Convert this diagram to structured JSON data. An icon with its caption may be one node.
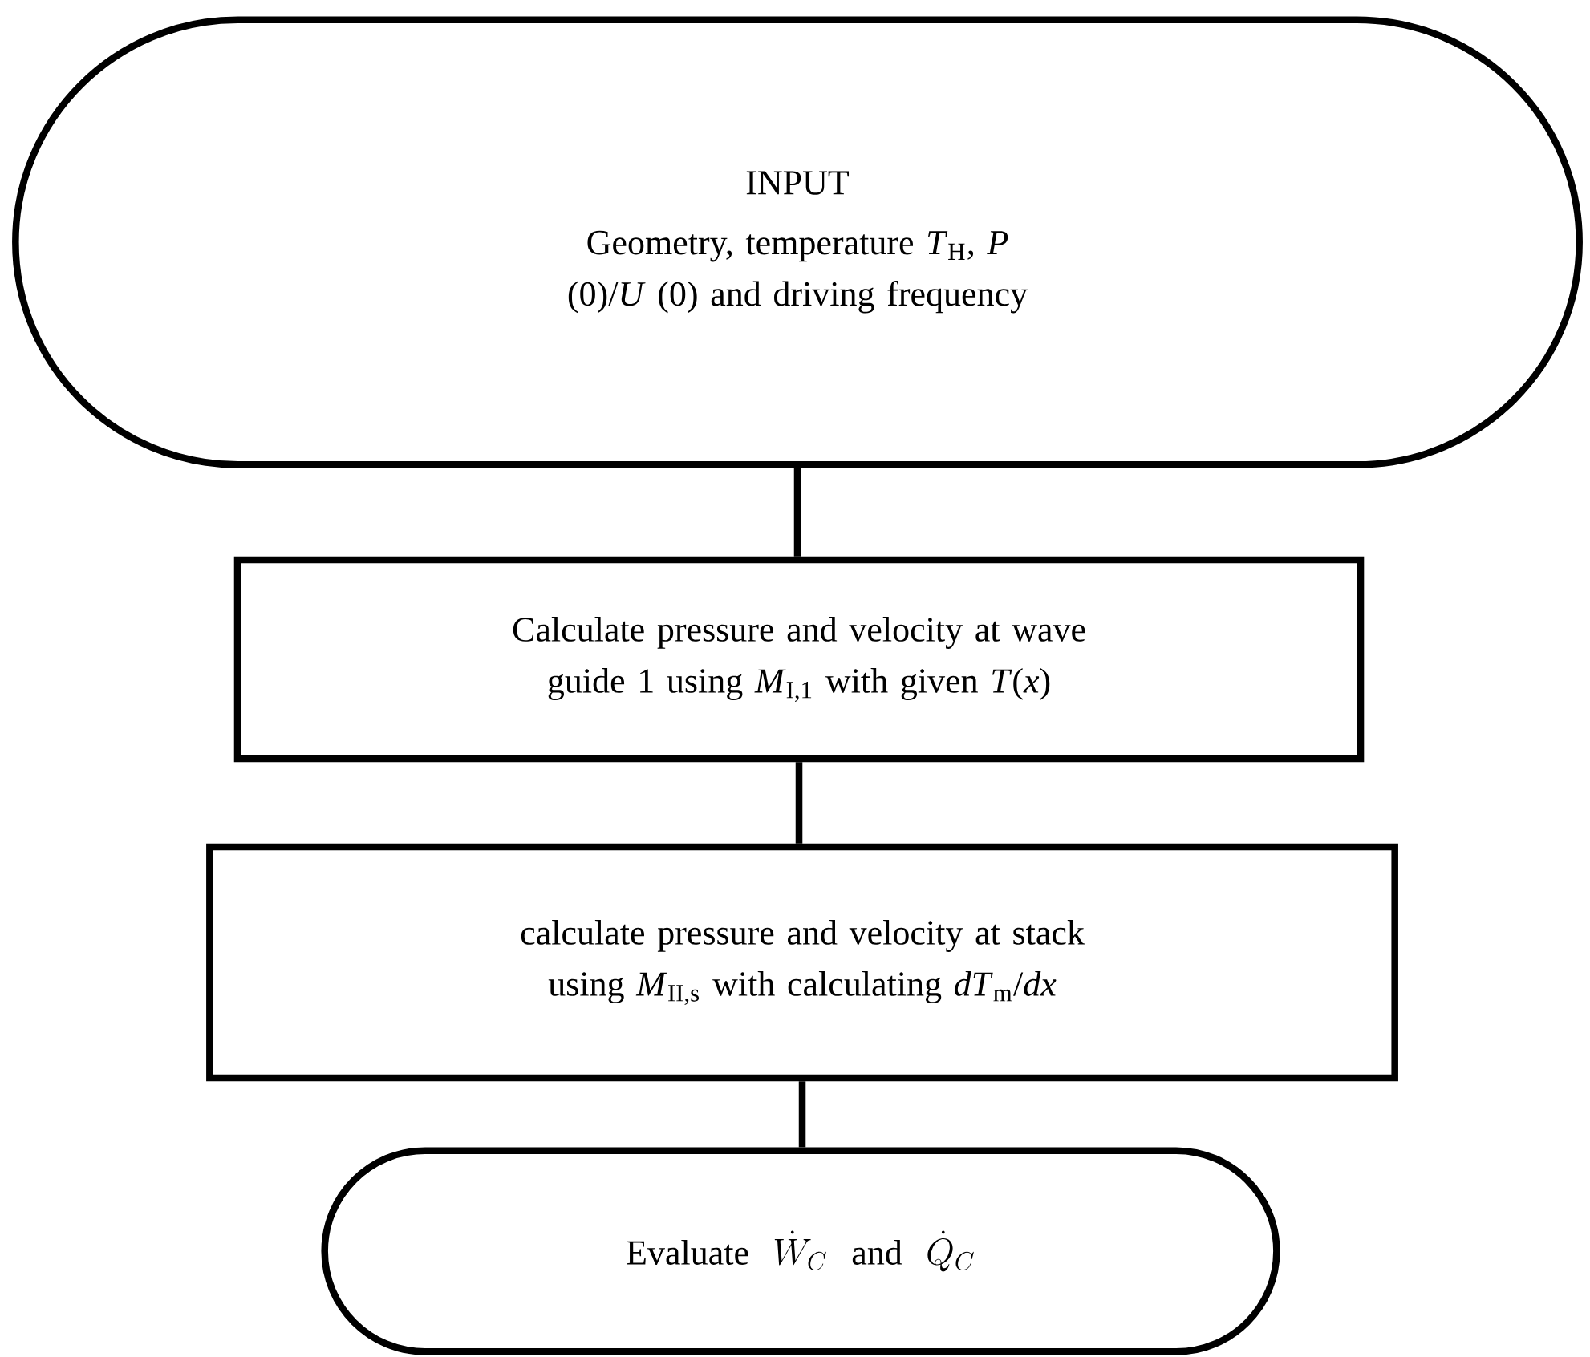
{
  "diagram": {
    "nodes": [
      {
        "text": [
          "INPUT",
          "Geometry, temperature *T*$_{H}$, *P* (0)/*U* (0) and driving frequency"
        ]
      },
      {
        "text": [
          "Calculate pressure and velocity at wave guide 1 using *M*$_{I,1}$ with given *T*(*x*)"
        ]
      },
      {
        "text": [
          "calculate pressure and velocity at stack using *M*$_{II,s}$ with calculating *dT*$_{m}$/*dx*"
        ]
      },
      {
        "text": [
          "\\text{Evaluate }\\ \\dot{W}_C\\ \\text{ and }\\ \\dot{Q}_C"
        ]
      }
    ],
    "edges": [
      {
        "from": 0,
        "to": 1,
        "arrow": "none"
      },
      {
        "from": 1,
        "to": 2,
        "arrow": "none"
      },
      {
        "from": 2,
        "to": 3,
        "arrow": "none"
      }
    ]
  }
}
